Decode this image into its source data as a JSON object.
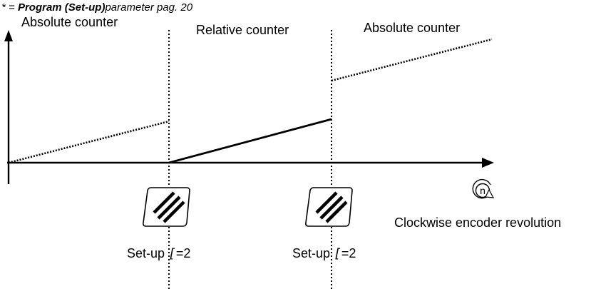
{
  "note": {
    "prefix": "* = ",
    "bold": "Program (Set-up)",
    "suffix": "parameter pag. 20"
  },
  "regions": {
    "left": "Absolute counter",
    "middle": "Relative counter",
    "right": "Absolute counter"
  },
  "rotation_label": "Clockwise encoder revolution",
  "rotation_icon_letter": "n",
  "setup_markers": [
    {
      "prefix": "Set-up ",
      "glyph": "[",
      "suffix": "=2"
    },
    {
      "prefix": "Set-up ",
      "glyph": "[",
      "suffix": "=2"
    }
  ],
  "icons": {
    "y_axis": "arrow-up-icon",
    "x_axis": "arrow-right-icon",
    "rotation": "clockwise-rotation-icon",
    "key": "triple-slash-key-icon"
  },
  "colors": {
    "ink": "#000000",
    "background": "#ffffff"
  }
}
